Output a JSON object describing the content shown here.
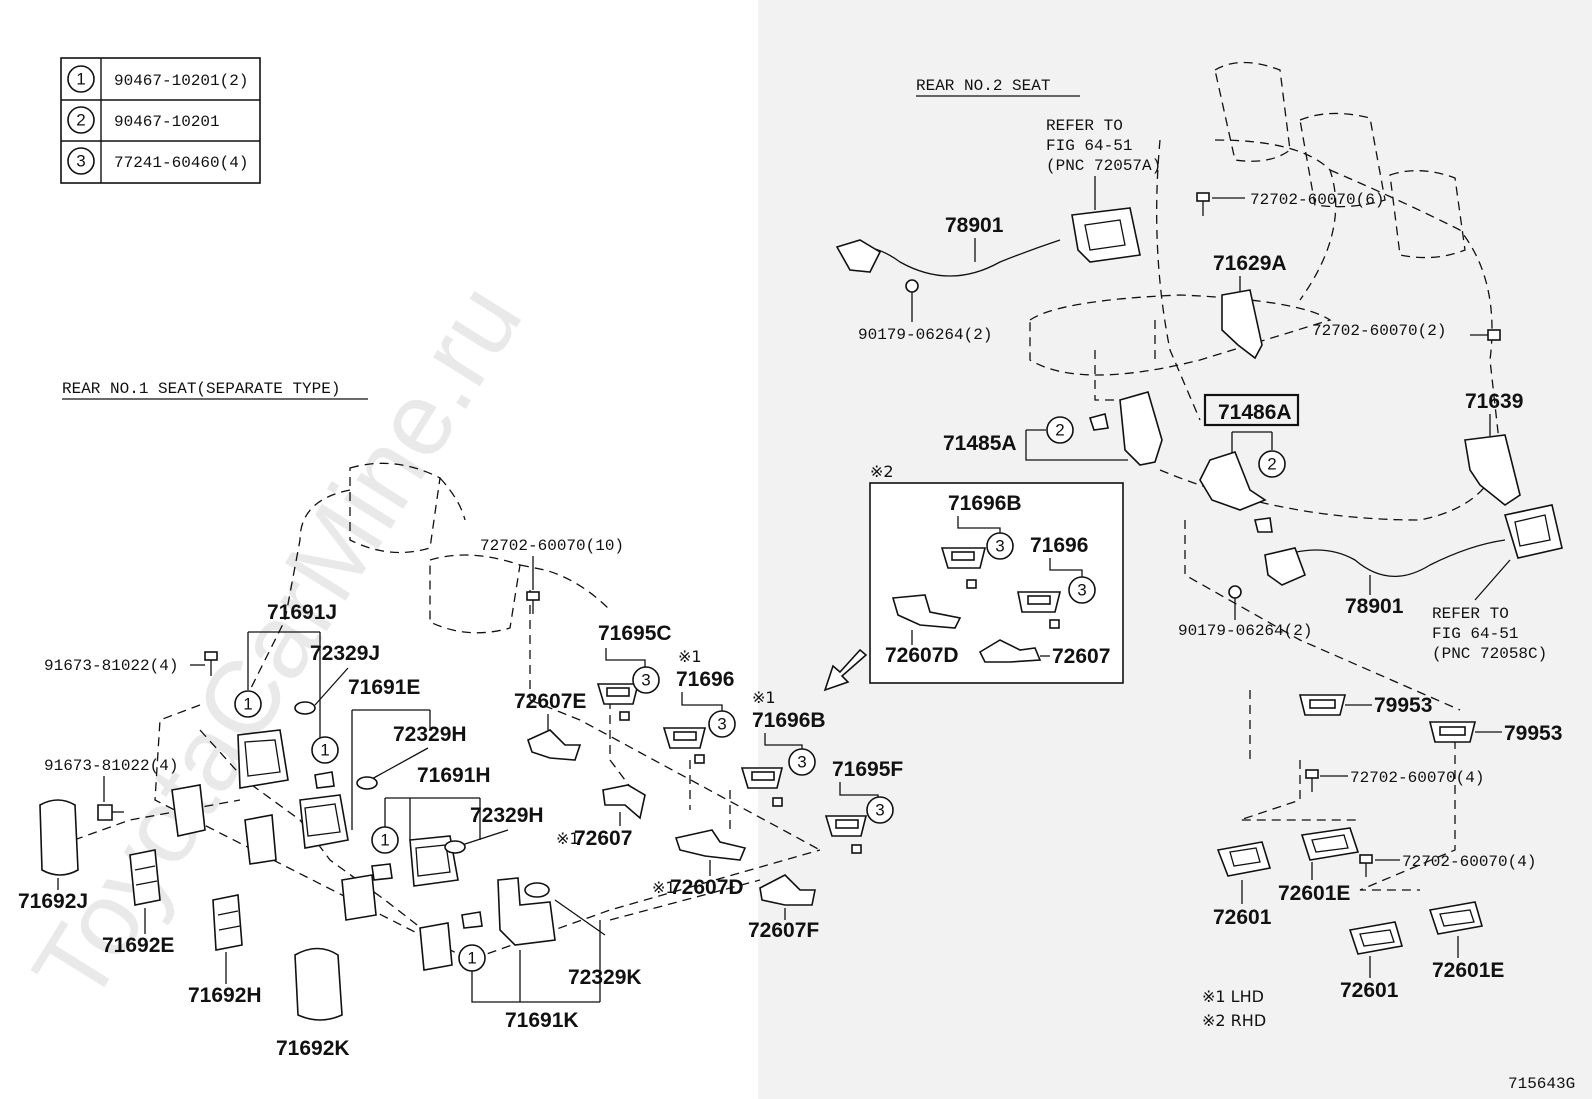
{
  "watermark": "ToyotaCarMine.ru",
  "figure_code": "715643G",
  "legend": [
    {
      "num": "1",
      "part": "90467-10201(2)"
    },
    {
      "num": "2",
      "part": "90467-10201"
    },
    {
      "num": "3",
      "part": "77241-60460(4)"
    }
  ],
  "section_titles": {
    "rear2": "REAR NO.2 SEAT",
    "rear1": "REAR NO.1 SEAT(SEPARATE TYPE)"
  },
  "refer_top": [
    "REFER TO",
    "FIG 64-51",
    "(PNC 72057A)"
  ],
  "refer_bottom": [
    "REFER TO",
    "FIG 64-51",
    "(PNC 72058C)"
  ],
  "notes": {
    "lhd": "※1 LHD",
    "rhd": "※2 RHD",
    "rhd_box_mark": "※2"
  },
  "labels": {
    "p78901_top": "78901",
    "p90179_top": "90179-06264(2)",
    "p72702_6": "72702-60070(6)",
    "p71629A": "71629A",
    "p72702_2": "72702-60070(2)",
    "p71486A": "71486A",
    "p71639": "71639",
    "p71485A": "71485A",
    "p78901_bot": "78901",
    "p90179_bot": "90179-06264(2)",
    "p79953_a": "79953",
    "p79953_b": "79953",
    "p72702_4a": "72702-60070(4)",
    "p72702_4b": "72702-60070(4)",
    "p72601_a": "72601",
    "p72601E_a": "72601E",
    "p72601_b": "72601",
    "p72601E_b": "72601E",
    "box_71696B": "71696B",
    "box_71696": "71696",
    "box_72607D": "72607D",
    "box_72607": "72607",
    "p72702_10": "72702-60070(10)",
    "p71691J": "71691J",
    "p91673_a": "91673-81022(4)",
    "p72329J": "72329J",
    "p71691E": "71691E",
    "p91673_b": "91673-81022(4)",
    "p72329H_a": "72329H",
    "p71691H": "71691H",
    "p72329H_b": "72329H",
    "p71695C": "71695C",
    "p71696": "71696",
    "p72607E": "72607E",
    "p71696B": "71696B",
    "p71695F": "71695F",
    "p72607": "72607",
    "p72607D": "72607D",
    "p72607F": "72607F",
    "p71692J": "71692J",
    "p71692E": "71692E",
    "p71692H": "71692H",
    "p71692K": "71692K",
    "p72329K": "72329K",
    "p71691K": "71691K"
  },
  "marks": {
    "m1": "※1",
    "m2": "※1",
    "m3": "※1",
    "m4": "※1"
  },
  "callouts": {
    "one": "1",
    "two": "2",
    "three": "3"
  }
}
